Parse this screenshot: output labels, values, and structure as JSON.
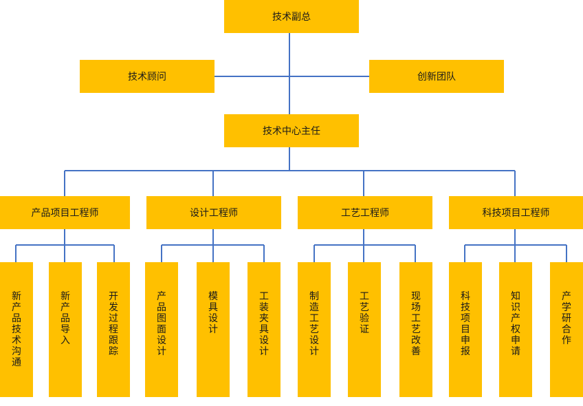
{
  "colors": {
    "box_fill": "#FFC000",
    "connector": "#4472C4",
    "text": "#1a1a1a"
  },
  "top": {
    "vp": "技术副总",
    "advisor": "技术顾问",
    "innovation": "创新团队",
    "director": "技术中心主任"
  },
  "departments": [
    {
      "title": "产品项目工程师",
      "tasks": [
        "新产品技术沟通",
        "新产品导入",
        "开发过程跟踪"
      ]
    },
    {
      "title": "设计工程师",
      "tasks": [
        "产品图面设计",
        "模具设计",
        "工装夹具设计"
      ]
    },
    {
      "title": "工艺工程师",
      "tasks": [
        "制造工艺设计",
        "工艺验证",
        "现场工艺改善"
      ]
    },
    {
      "title": "科技项目工程师",
      "tasks": [
        "科技项目申报",
        "知识产权申请",
        "产学研合作"
      ]
    }
  ]
}
